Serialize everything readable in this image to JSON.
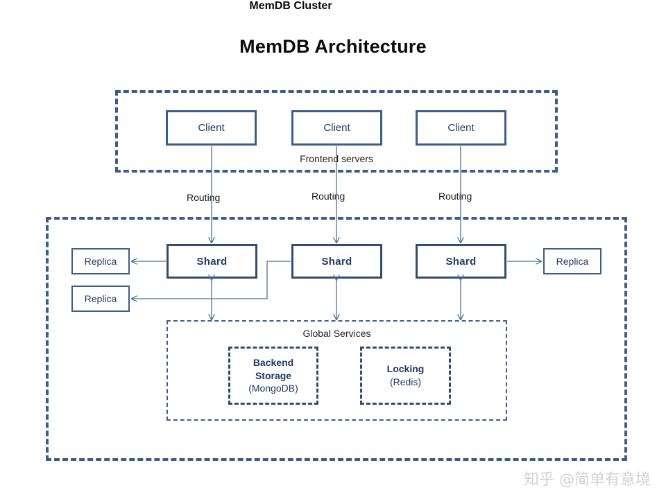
{
  "title": "MemDB Architecture",
  "frontend": {
    "label": "Frontend servers",
    "clients": [
      {
        "label": "Client"
      },
      {
        "label": "Client"
      },
      {
        "label": "Client"
      }
    ]
  },
  "routing": {
    "labels": [
      "Routing",
      "Routing",
      "Routing"
    ]
  },
  "cluster": {
    "label": "MemDB Cluster",
    "shards": [
      {
        "label": "Shard"
      },
      {
        "label": "Shard"
      },
      {
        "label": "Shard"
      }
    ],
    "replicas": [
      {
        "label": "Replica"
      },
      {
        "label": "Replica"
      },
      {
        "label": "Replica"
      }
    ]
  },
  "global_services": {
    "label": "Global Services",
    "services": [
      {
        "title": "Backend",
        "title2": "Storage",
        "subtitle": "(MongoDB)"
      },
      {
        "title": "Locking",
        "title2": "",
        "subtitle": "(Redis)"
      }
    ]
  },
  "watermark": "知乎 @简单有意境",
  "colors": {
    "box_border": "#3b5f8a",
    "shard_border": "#2e4d73",
    "box_text": "#1f3864",
    "connector": "#4a7296",
    "title_text": "#0a0a0a",
    "watermark": "#d2d2d2"
  }
}
